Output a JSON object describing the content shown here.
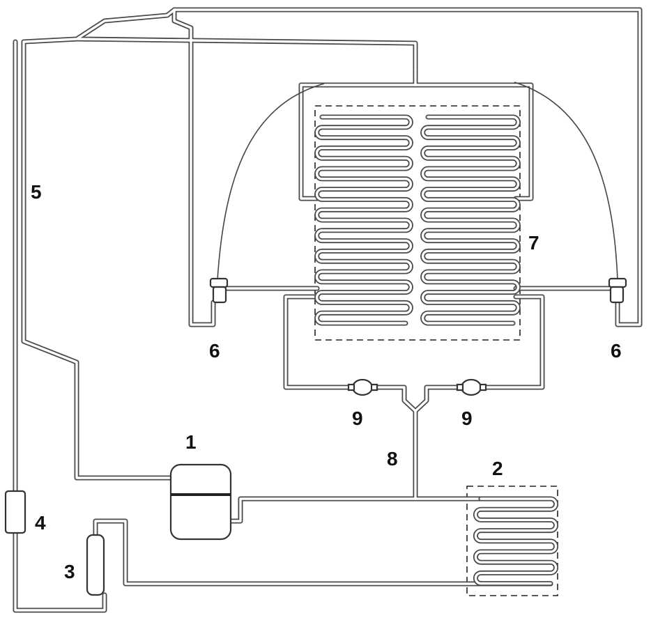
{
  "labels": {
    "compressor": "1",
    "condenser": "2",
    "receiver": "3",
    "filter_drier": "4",
    "suction_line": "5",
    "expansion_valve_left": "6",
    "expansion_valve_right": "6",
    "evaporator": "7",
    "return_line": "8",
    "valve_left": "9",
    "valve_right": "9"
  }
}
